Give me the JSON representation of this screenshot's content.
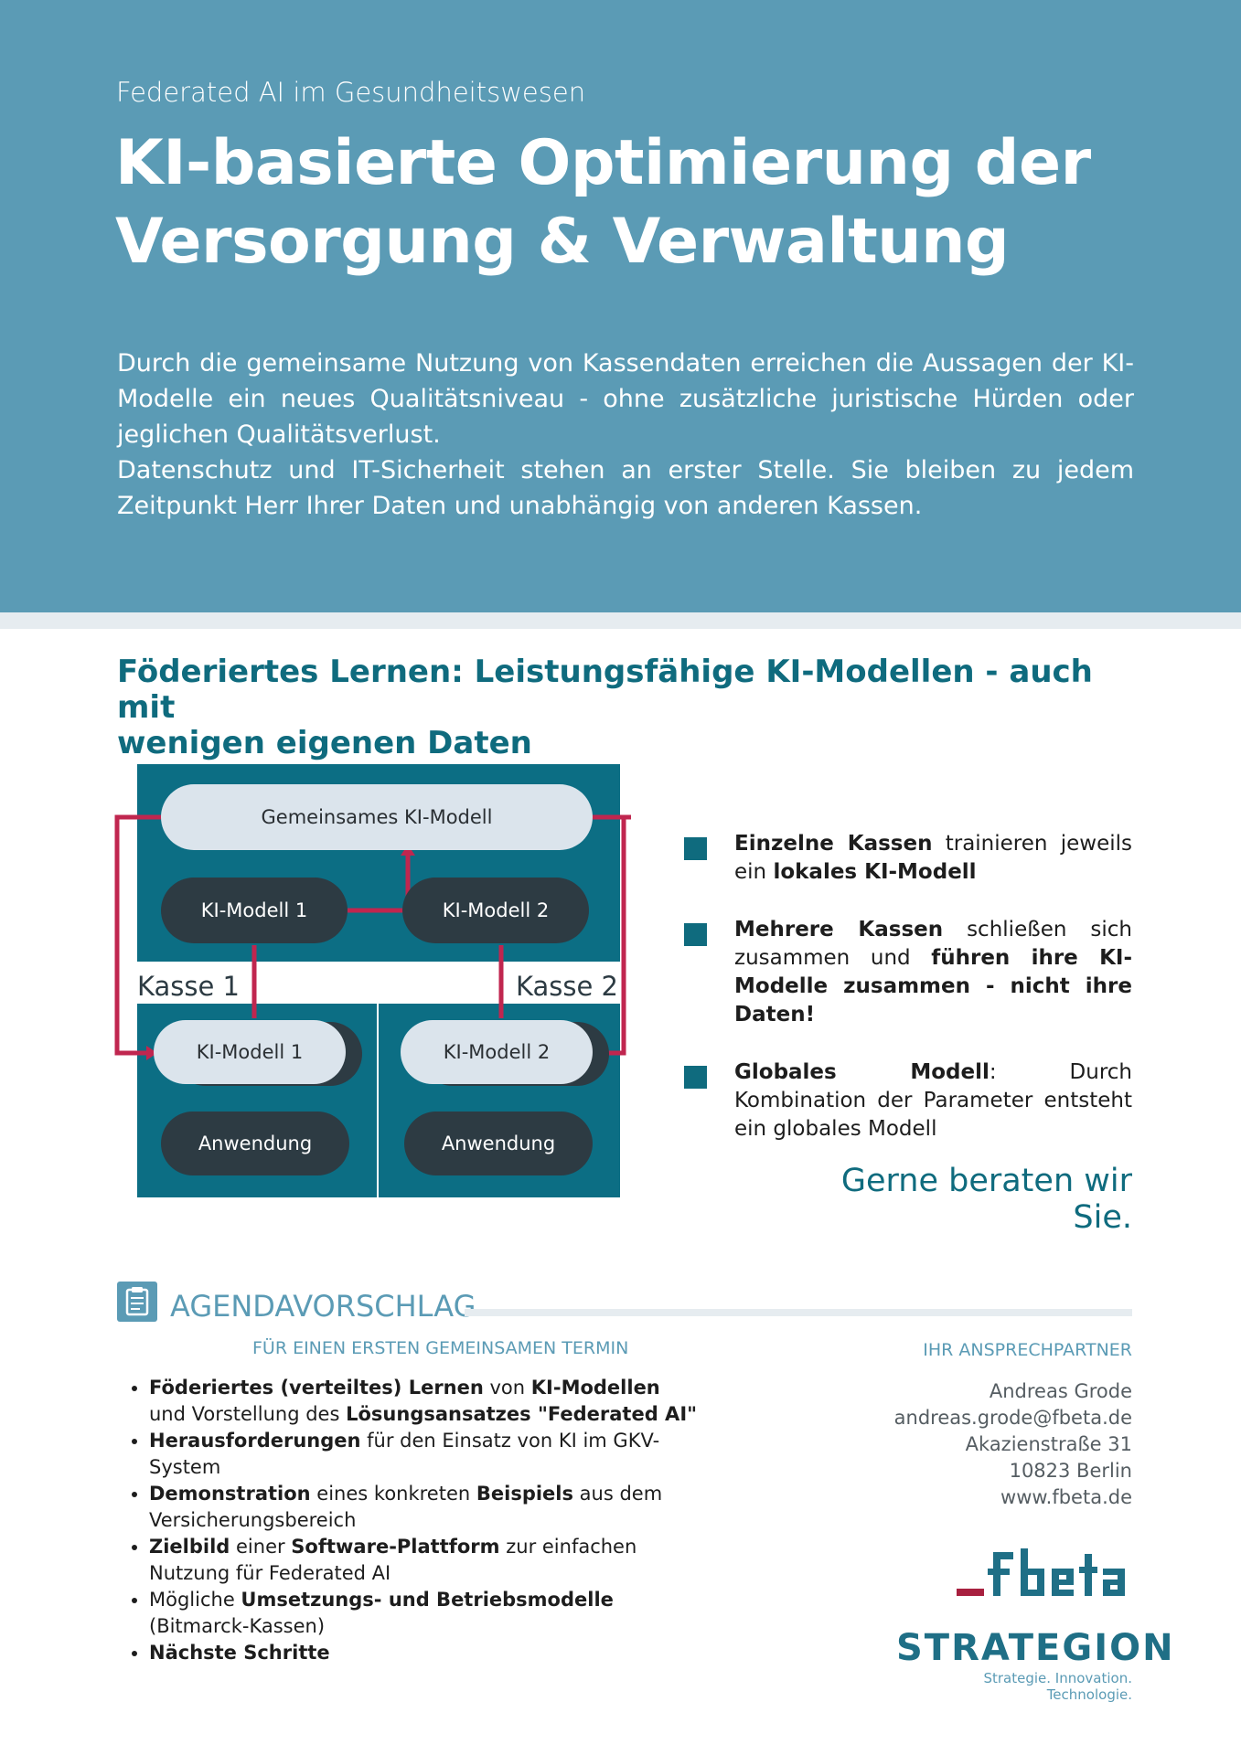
{
  "header": {
    "kicker": "Federated AI im Gesundheitswesen",
    "title_line1": "KI-basierte Optimierung der",
    "title_line2": "Versorgung & Verwaltung",
    "intro_p1": "Durch die gemeinsame Nutzung von Kassendaten erreichen die Aussagen der KI-Modelle ein neues Qualitätsniveau - ohne zusätzliche juristische Hürden oder jeglichen Qualitätsverlust.",
    "intro_p2": "Datenschutz und IT-Sicherheit stehen an erster Stelle. Sie bleiben zu jedem Zeitpunkt Herr Ihrer Daten und unabhängig von anderen Kassen.",
    "color": "#5b9bb5"
  },
  "section": {
    "title_line1": "Föderiertes Lernen: Leistungsfähige KI-Modellen - auch mit",
    "title_line2": "wenigen eigenen Daten"
  },
  "diagram": {
    "global_model": "Gemeinsames KI-Modell",
    "top_model_1": "KI-Modell 1",
    "top_model_2": "KI-Modell 2",
    "kasse_1": "Kasse 1",
    "kasse_2": "Kasse 2",
    "local_model_1": "KI-Modell 1",
    "local_model_2": "KI-Modell 2",
    "app_1": "Anwendung",
    "app_2": "Anwendung",
    "arrow_color": "#c0264f"
  },
  "bullets": [
    {
      "bold1": "Einzelne Kassen",
      "text1": " trainieren jeweils ein ",
      "bold2": "lokales KI-Modell",
      "text2": ""
    },
    {
      "bold1": "Mehrere Kassen",
      "text1": " schließen sich zusammen und ",
      "bold2": "führen ihre KI-Modelle zusammen - nicht ihre Daten!",
      "text2": ""
    },
    {
      "bold1": "Globales Modell",
      "text1": ": Durch Kombination der Parameter entsteht ein globales Modell",
      "bold2": "",
      "text2": ""
    }
  ],
  "cta": "Gerne beraten wir Sie.",
  "agenda": {
    "icon": "clipboard-icon",
    "title": "AGENDAVORSCHLAG",
    "subtitle": "FÜR EINEN ERSTEN GEMEINSAMEN TERMIN",
    "items": [
      {
        "b1": "Föderiertes (verteiltes) Lernen",
        "t1": " von ",
        "b2": "KI-Modellen",
        "t2": " und Vorstellung des ",
        "b3": "Lösungsansatzes \"Federated AI\"",
        "t3": ""
      },
      {
        "b1": "Herausforderungen",
        "t1": " für den Einsatz von KI im GKV-System",
        "b2": "",
        "t2": "",
        "b3": "",
        "t3": ""
      },
      {
        "b1": "Demonstration",
        "t1": " eines konkreten ",
        "b2": "Beispiels",
        "t2": " aus dem Versicherungsbereich",
        "b3": "",
        "t3": ""
      },
      {
        "b1": "Zielbild",
        "t1": " einer ",
        "b2": "Software-Plattform",
        "t2": " zur einfachen Nutzung für Federated AI",
        "b3": "",
        "t3": ""
      },
      {
        "b1": "",
        "t1": "Mögliche ",
        "b2": "Umsetzungs- und Betriebsmodelle",
        "t2": " (Bitmarck-Kassen)",
        "b3": "",
        "t3": ""
      },
      {
        "b1": "Nächste Schritte",
        "t1": "",
        "b2": "",
        "t2": "",
        "b3": "",
        "t3": ""
      }
    ]
  },
  "contact": {
    "heading": "IHR ANSPRECHPARTNER",
    "name": "Andreas Grode",
    "email": "andreas.grode@fbeta.de",
    "street": "Akazienstraße 31",
    "city": "10823 Berlin",
    "web": "www.fbeta.de"
  },
  "logos": {
    "fbeta": "_fbeta",
    "strategion": "STRATEGION",
    "tagline": "Strategie. Innovation. Technologie."
  }
}
